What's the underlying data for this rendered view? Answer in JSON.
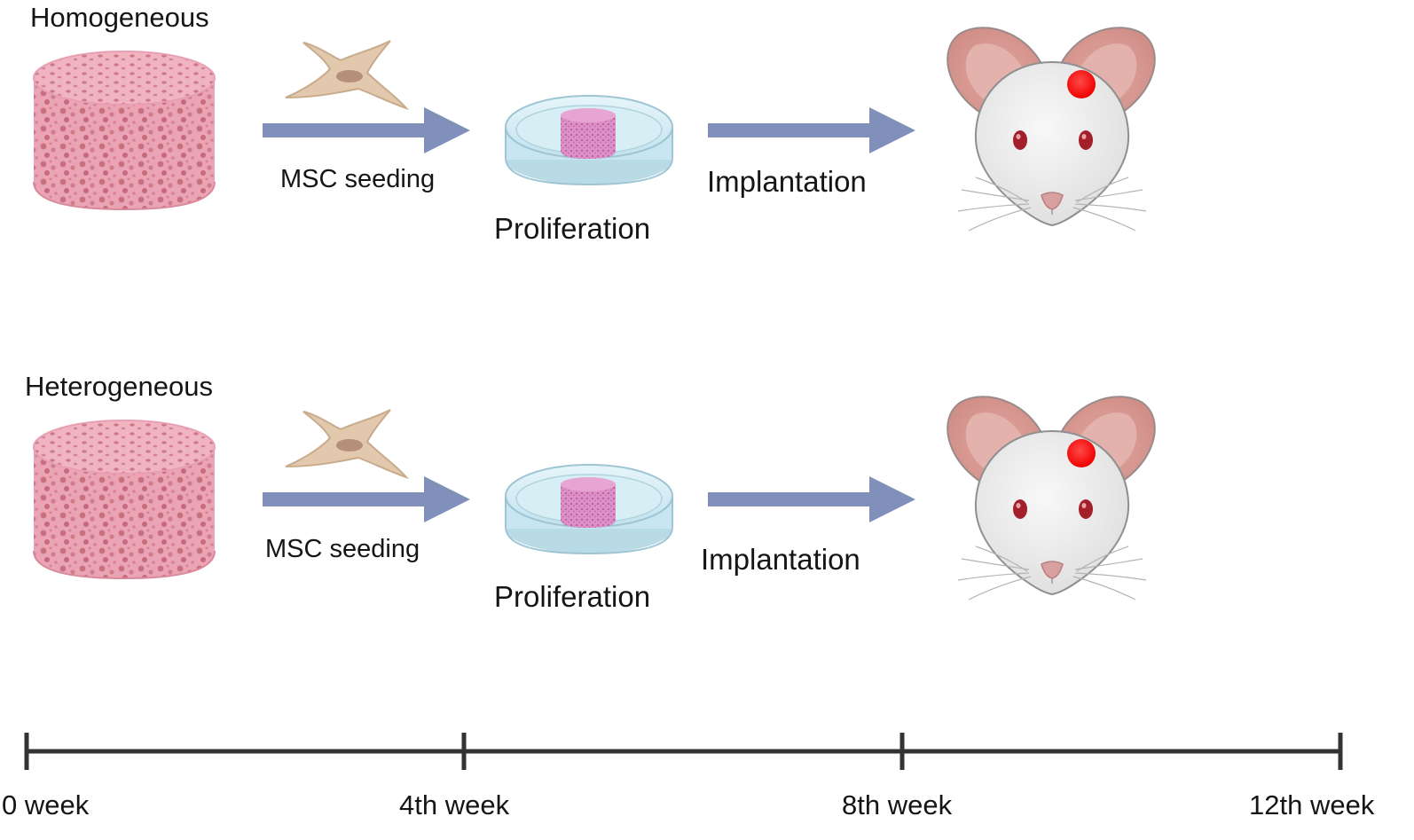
{
  "rows": [
    {
      "title": "Homogeneous",
      "seeding_label": "MSC seeding",
      "proliferation_label": "Proliferation",
      "implantation_label": "Implantation"
    },
    {
      "title": "Heterogeneous",
      "seeding_label": "MSC seeding",
      "proliferation_label": "Proliferation",
      "implantation_label": "Implantation"
    }
  ],
  "timeline": {
    "ticks": [
      "0 week",
      "4th week",
      "8th week",
      "12th week"
    ]
  },
  "colors": {
    "scaffold": "#e89aae",
    "scaffold_pores": "#c9707f",
    "cell": "#e2c8ad",
    "arrow": "#8090ba",
    "dish": "#d3ecf4",
    "implant_site": "#ff1a1a",
    "mouse_eye": "#a3202b",
    "timeline": "#333333"
  },
  "icons": [
    "scaffold-icon",
    "msc-cell-icon",
    "petri-dish-icon",
    "mouse-head-icon"
  ]
}
